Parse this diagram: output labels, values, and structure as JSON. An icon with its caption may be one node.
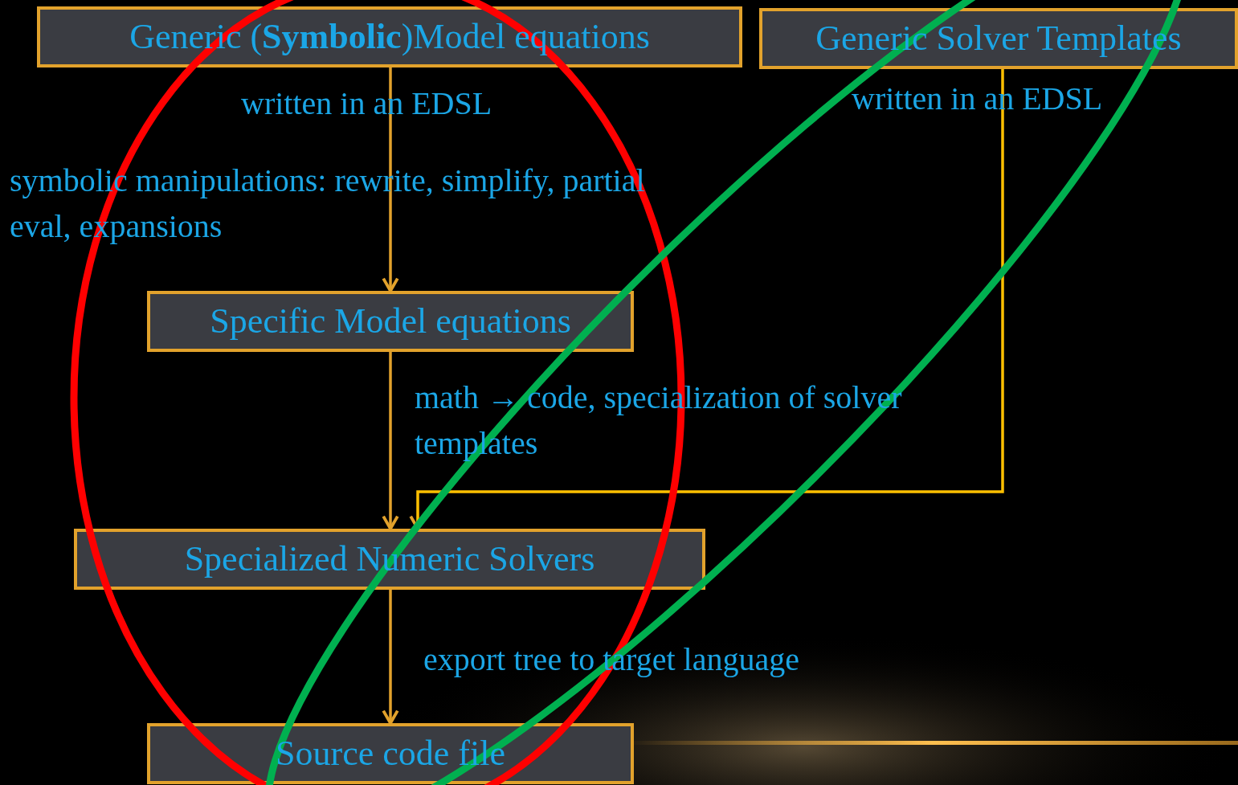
{
  "diagram": {
    "nodes": [
      {
        "text": [
          "Generic (**Symbolic**)Model equations"
        ]
      },
      {
        "text": [
          "Generic Solver Templates"
        ]
      },
      {
        "text": [
          "Specific Model equations"
        ]
      },
      {
        "text": [
          "Specialized Numeric Solvers"
        ]
      },
      {
        "text": [
          "Source code file"
        ]
      }
    ],
    "edges": [
      {
        "from": 0,
        "to": 2,
        "arrow": "to",
        "label": "symbolic manipulations: rewrite, simplify, partial eval, expansions"
      },
      {
        "from": 2,
        "to": 3,
        "arrow": "to",
        "label": "math → code, specialization of solver templates"
      },
      {
        "from": 1,
        "to": 3,
        "arrow": "to"
      },
      {
        "from": 3,
        "to": 4,
        "arrow": "to",
        "label": "export tree to target language"
      }
    ],
    "labels": [
      "written in an EDSL",
      "written in an EDSL"
    ]
  }
}
